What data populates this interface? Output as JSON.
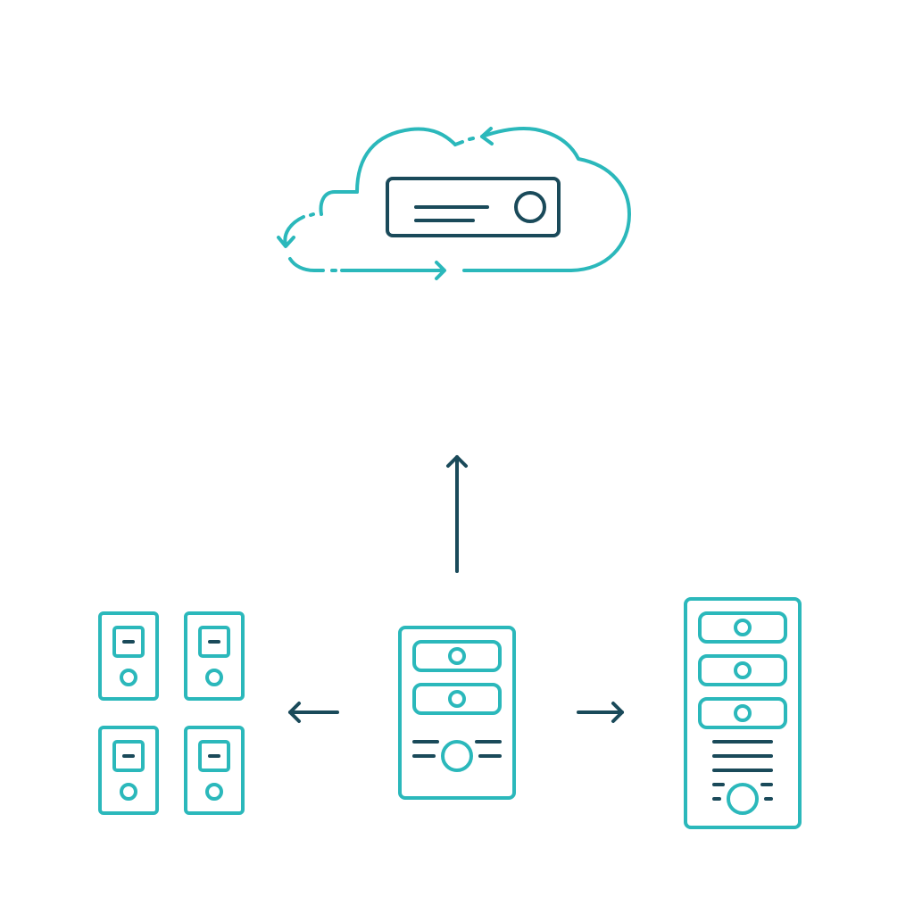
{
  "colors": {
    "teal": "#2bb8bb",
    "navy": "#1a4a5a",
    "background": "#ffffff"
  },
  "diagram": {
    "nodes": [
      {
        "id": "cloud",
        "icon": "cloud-with-server-icon"
      },
      {
        "id": "single-server",
        "icon": "server-tower-icon"
      },
      {
        "id": "server-cluster",
        "icon": "server-cluster-icon"
      },
      {
        "id": "large-server",
        "icon": "large-server-tower-icon"
      }
    ],
    "edges": [
      {
        "from": "single-server",
        "to": "cloud",
        "direction": "up",
        "icon": "arrow-up-icon"
      },
      {
        "from": "single-server",
        "to": "server-cluster",
        "direction": "left",
        "icon": "arrow-left-icon"
      },
      {
        "from": "single-server",
        "to": "large-server",
        "direction": "right",
        "icon": "arrow-right-icon"
      }
    ]
  }
}
